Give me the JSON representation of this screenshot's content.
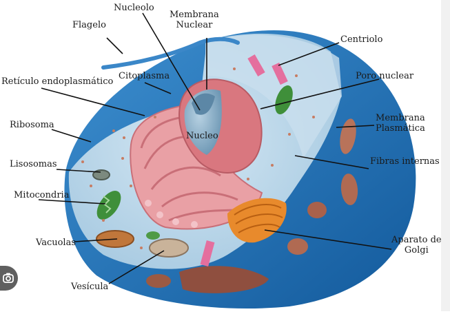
{
  "labels": {
    "nucleolo": "Nucleolo",
    "membrana_nuclear": "Membrana\nNuclear",
    "flagelo": "Flagelo",
    "centriolo": "Centriolo",
    "reticulo": "Retículo endoplasmático",
    "citoplasma": "Citoplasma",
    "poro_nuclear": "Poro nuclear",
    "ribosoma": "Ribosoma",
    "nucleo": "Nucleo",
    "membrana_plasmatica": "Membrana\nPlasmática",
    "fibras_internas": "Fibras internas",
    "lisosomas": "Lisosomas",
    "mitocondria": "Mitocondria",
    "aparato_golgi": "Aparato de\nGolgi",
    "vacuolas": "Vacuolas",
    "vesicula": "Vesícula"
  },
  "colors": {
    "cytoplasm": "#b9d6ea",
    "membrane": "#1f6fb3",
    "nucleus": "#7fa9c4",
    "er": "#e58f97",
    "golgi": "#e88a2c",
    "mitochondria": "#3f8f3a",
    "centriole": "#e46f9e",
    "leader_line": "#111111"
  }
}
